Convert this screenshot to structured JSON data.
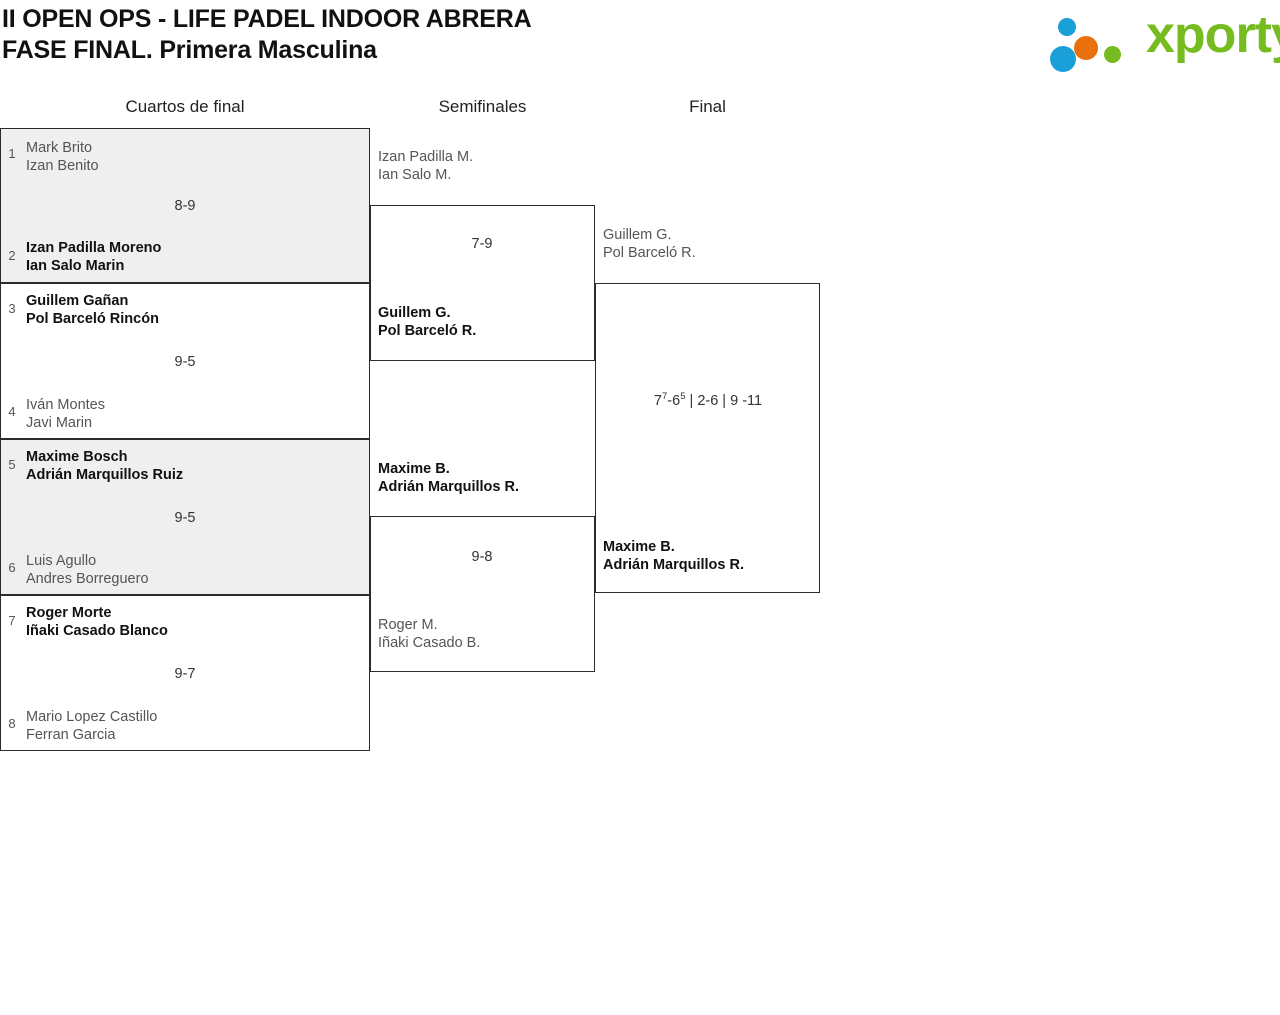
{
  "header": {
    "title_line1": "II OPEN OPS - LIFE PADEL INDOOR ABRERA",
    "title_line2": "FASE FINAL. Primera Masculina"
  },
  "brand": {
    "name": "xporty",
    "green": "#76bc21",
    "blue": "#1a9fd9",
    "orange": "#e8700d"
  },
  "rounds": {
    "quarterfinals_label": "Cuartos de final",
    "semifinals_label": "Semifinales",
    "final_label": "Final"
  },
  "bracket": {
    "quarterfinals": [
      {
        "seed_top": "1",
        "top_p1": "Mark Brito",
        "top_p2": "Izan Benito",
        "seed_bottom": "2",
        "bottom_p1": "Izan Padilla Moreno",
        "bottom_p2": "Ian Salo Marin",
        "score": "8-9",
        "winner": "bottom"
      },
      {
        "seed_top": "3",
        "top_p1": "Guillem Gañan",
        "top_p2": "Pol Barceló Rincón",
        "seed_bottom": "4",
        "bottom_p1": "Iván Montes",
        "bottom_p2": "Javi Marin",
        "score": "9-5",
        "winner": "top"
      },
      {
        "seed_top": "5",
        "top_p1": "Maxime Bosch",
        "top_p2": "Adrián Marquillos Ruiz",
        "seed_bottom": "6",
        "bottom_p1": "Luis Agullo",
        "bottom_p2": "Andres Borreguero",
        "score": "9-5",
        "winner": "top"
      },
      {
        "seed_top": "7",
        "top_p1": "Roger Morte",
        "top_p2": "Iñaki Casado Blanco",
        "seed_bottom": "8",
        "bottom_p1": "Mario Lopez Castillo",
        "bottom_p2": "Ferran Garcia",
        "score": "9-7",
        "winner": "top"
      }
    ],
    "semifinals": [
      {
        "top_p1": "Izan Padilla M.",
        "top_p2": "Ian Salo M.",
        "bottom_p1": "Guillem G.",
        "bottom_p2": "Pol Barceló R.",
        "score": "7-9",
        "winner": "bottom"
      },
      {
        "top_p1": "Maxime B.",
        "top_p2": "Adrián Marquillos R.",
        "bottom_p1": "Roger M.",
        "bottom_p2": "Iñaki Casado B.",
        "score": "9-8",
        "winner": "top"
      }
    ],
    "final": {
      "top_p1": "Guillem G.",
      "top_p2": "Pol Barceló R.",
      "bottom_p1": "Maxime B.",
      "bottom_p2": "Adrián Marquillos R.",
      "score_set1_games": "7",
      "score_set1_tb_win": "7",
      "score_set1_opp": "6",
      "score_set1_tb_lose": "5",
      "score_rest": " | 2-6 | 9 -11",
      "score_full": "7⁷-6⁵ | 2-6 | 9 -11",
      "winner": "bottom"
    }
  }
}
